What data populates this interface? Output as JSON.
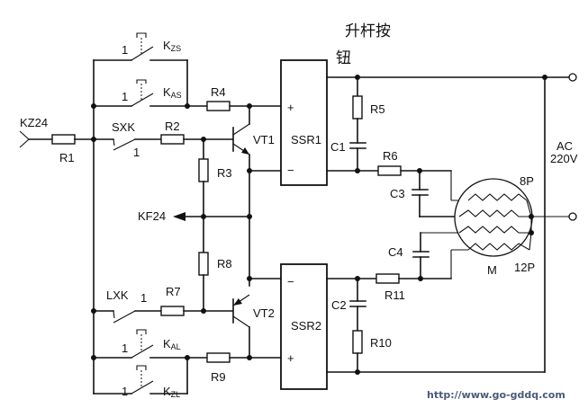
{
  "title": {
    "line1": "升杆按",
    "line2": "钮"
  },
  "labels": {
    "input_kz24": "KZ24",
    "output_kf24": "KF24",
    "r1": "R1",
    "r2": "R2",
    "r3": "R3",
    "r4": "R4",
    "r5": "R5",
    "r6": "R6",
    "r7": "R7",
    "r8": "R8",
    "r9": "R9",
    "r10": "R10",
    "r11": "R11",
    "c1": "C1",
    "c2": "C2",
    "c3": "C3",
    "c4": "C4",
    "vt1": "VT1",
    "vt2": "VT2",
    "ssr1": "SSR1",
    "ssr2": "SSR2",
    "ssr_plus": "+",
    "ssr_minus": "−",
    "sxk": "SXK",
    "lxk": "LXK",
    "k_main": "K",
    "kzs_sub": "ZS",
    "kas_sub": "AS",
    "kal_sub": "AL",
    "kzl_sub": "ZL",
    "contact_num": "1",
    "ac_line1": "AC",
    "ac_line2": "220V",
    "motor": "M",
    "pole_8": "8P",
    "pole_12": "12P"
  },
  "watermark": "http://www.go-gddq.com"
}
